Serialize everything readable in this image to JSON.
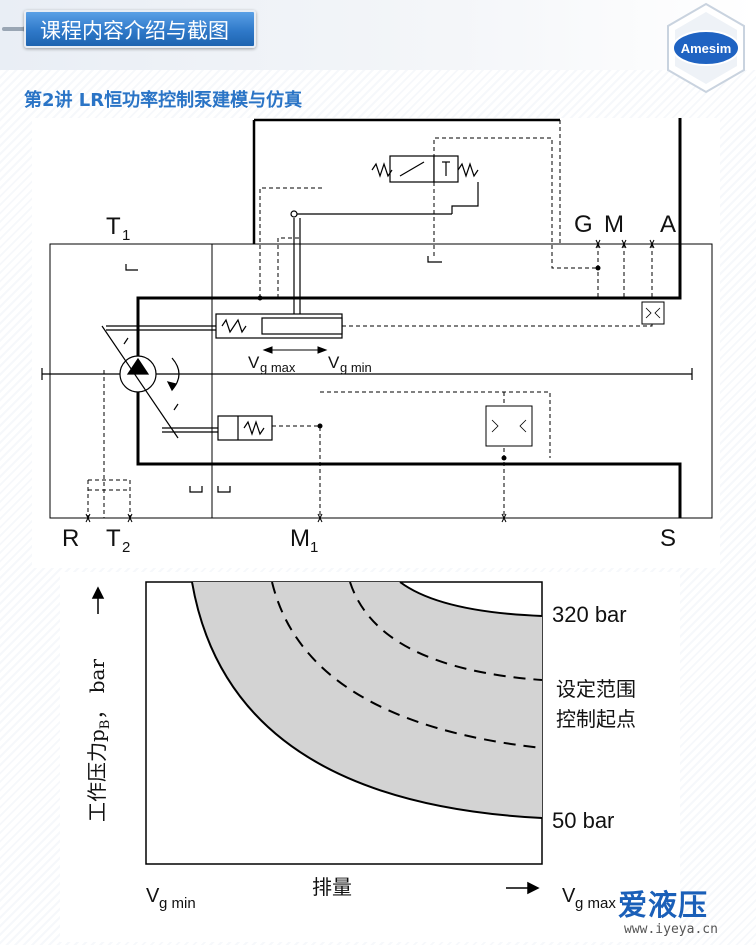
{
  "header": {
    "banner_title": "课程内容介绍与截图",
    "subtitle": "第2讲 LR恒功率控制泵建模与仿真",
    "logo_text": "Amesim"
  },
  "hydraulic_diagram": {
    "ports": {
      "T1": "T",
      "T1_sub": "1",
      "G": "G",
      "M": "M",
      "A": "A",
      "R": "R",
      "T2": "T",
      "T2_sub": "2",
      "M1": "M",
      "M1_sub": "1",
      "S": "S"
    },
    "vg_max_main": "V",
    "vg_max_sub": "g max",
    "vg_min_main": "V",
    "vg_min_sub": "g min"
  },
  "power_curve": {
    "y_axis_label_main": "工作压力p",
    "y_axis_label_sub": "B",
    "y_axis_label_tail": "， bar",
    "x_axis_label": "排量",
    "x_min_main": "V",
    "x_min_sub": "g min",
    "x_max_main": "V",
    "x_max_sub": "g max",
    "label_top": "320 bar",
    "label_range_line1": "设定范围",
    "label_range_line2": "控制起点",
    "label_bottom": "50 bar"
  },
  "watermark": {
    "brand": "爱液压",
    "url": "www.iyeya.cn"
  },
  "colors": {
    "banner_blue": "#2f79c9",
    "subtitle_blue": "#2a74c6",
    "band_gray": "#d3d3d3",
    "logo_blue": "#1f63c2"
  }
}
